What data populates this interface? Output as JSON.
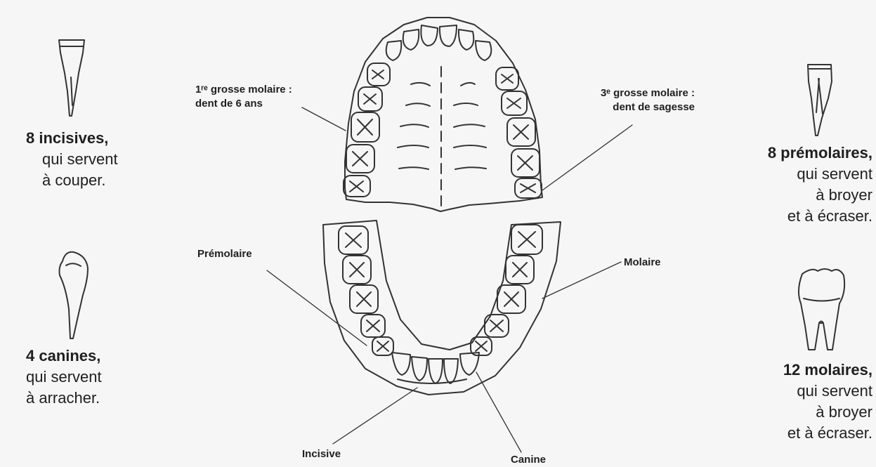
{
  "teeth_types": {
    "incisors": {
      "count": "8 incisives,",
      "line1": "qui servent",
      "line2": "à couper."
    },
    "canines": {
      "count": "4 canines,",
      "line1": "qui servent",
      "line2": "à arracher."
    },
    "premolars": {
      "count": "8 prémolaires,",
      "line1": "qui servent",
      "line2": "à broyer",
      "line3": "et à écraser."
    },
    "molars": {
      "count": "12 molaires,",
      "line1": "qui servent",
      "line2": "à broyer",
      "line3": "et à écraser."
    }
  },
  "callouts": {
    "first_molar": {
      "line1": "1ʳᵉ grosse molaire :",
      "line2": "dent de 6 ans"
    },
    "third_molar": {
      "line1": "3ᵉ grosse molaire :",
      "line2": "dent de sagesse"
    },
    "premolar": "Prémolaire",
    "molar": "Molaire",
    "incisor": "Incisive",
    "canine": "Canine"
  },
  "colors": {
    "line": "#333333",
    "background": "#f6f6f6"
  }
}
